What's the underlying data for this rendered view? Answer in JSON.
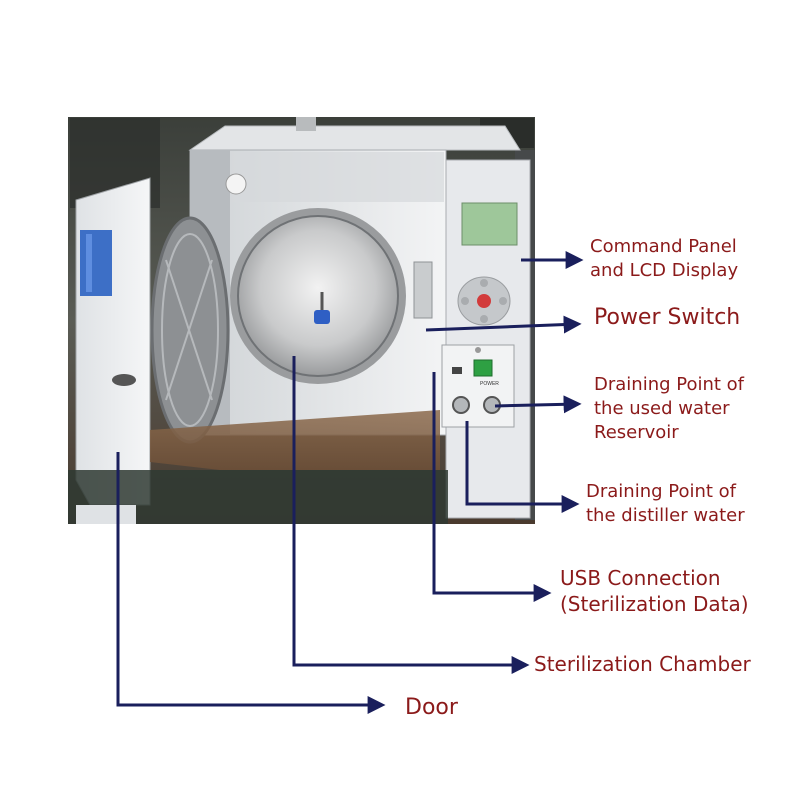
{
  "figure": {
    "colors": {
      "label_text": "#8b1a1a",
      "leader_line": "#1a1f5c",
      "panel_green_screen": "#9ec79a",
      "power_switch_green": "#2ea043",
      "machine_body": "#e9ecef"
    },
    "photo_text": {
      "switch_label": "POWER"
    },
    "labels": {
      "command_panel": [
        "Command Panel",
        "and LCD Display"
      ],
      "power_switch": [
        "Power Switch"
      ],
      "draining_used": [
        "Draining Point of",
        "the used water",
        "Reservoir"
      ],
      "draining_distiller": [
        "Draining Point of",
        "the distiller water"
      ],
      "usb": [
        "USB Connection",
        "(Sterilization Data)"
      ],
      "chamber": [
        "Sterilization Chamber"
      ],
      "door": [
        "Door"
      ]
    }
  }
}
